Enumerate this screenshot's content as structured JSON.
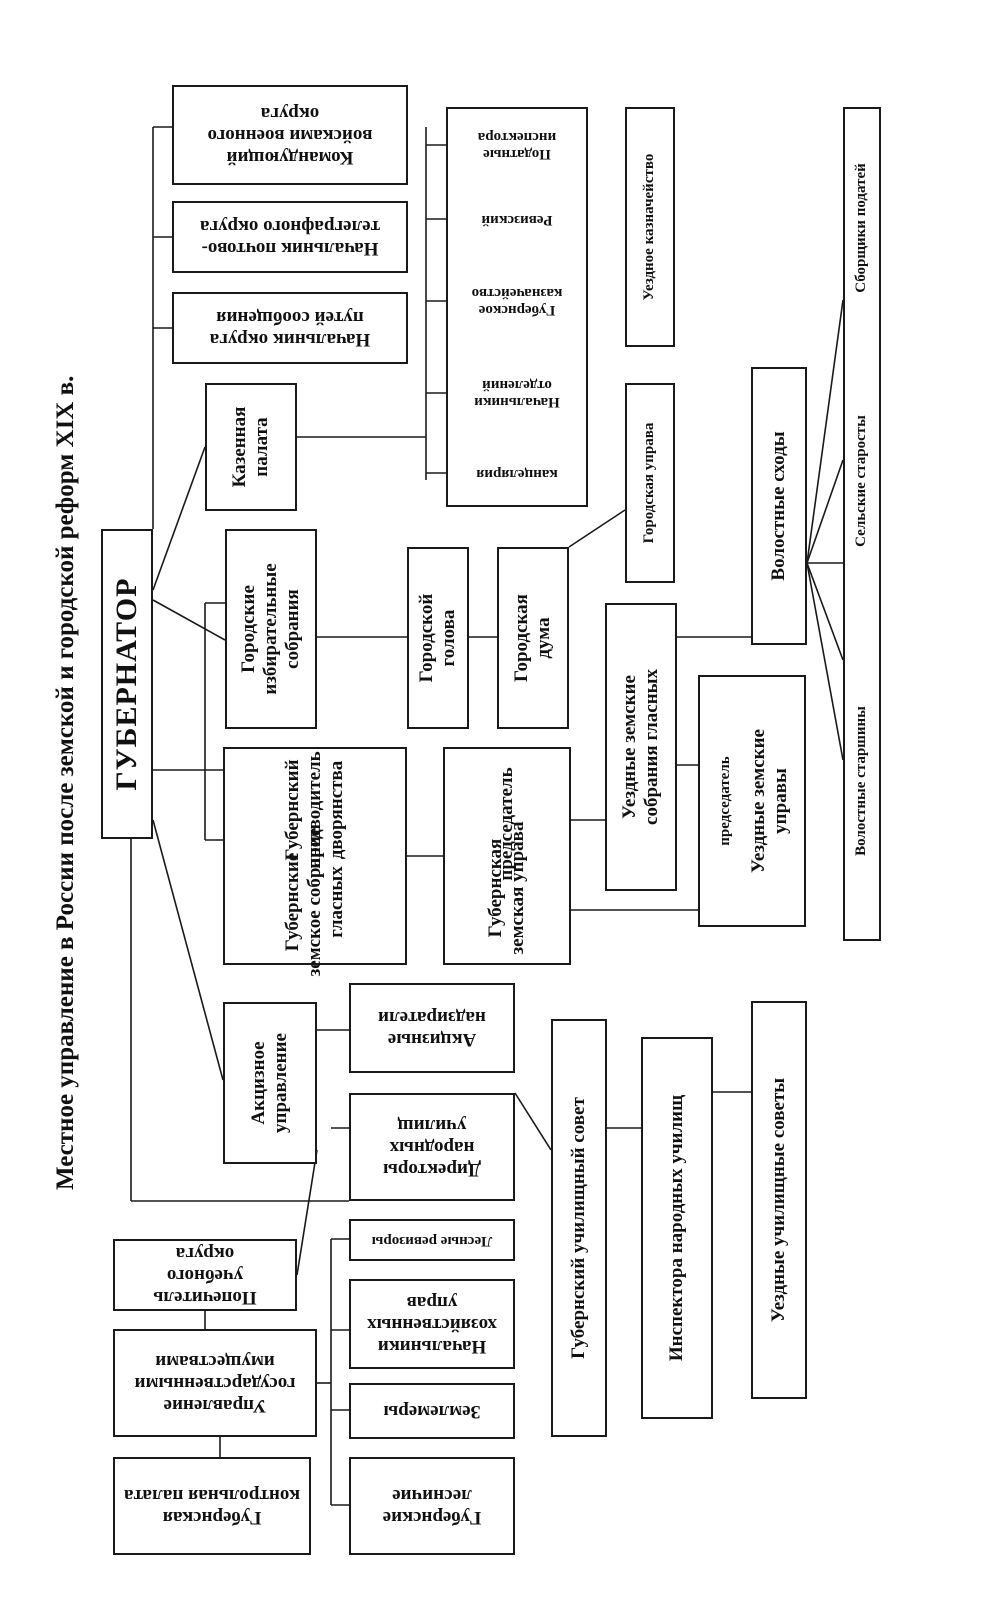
{
  "title": "Местное управление в России после земской  и городской реформ XIX в.",
  "nodes": {
    "governor": "ГУБЕРНАТОР",
    "military": "Командующий\nвойсками военного\nокруга",
    "post": "Начальник почтово-\nтелеграфного округа",
    "roads": "Начальник округа\nпутей сообщения",
    "treasury_chamber": "Казенная\nпалата",
    "tax_inspectors": "Податные\nинспектора",
    "auditor": "Ревизский",
    "prov_treasury": "Губернское\nказначейство",
    "dept_heads": "Начальники\nотделений",
    "chancellery": "канцелярия",
    "uezd_treasury": "Уездное казначейство",
    "city_electoral": "Городские\nизбирательные\nсобрания",
    "city_head": "Городской\nголова",
    "city_duma": "Городская\nдума",
    "city_uprava": "Городская управа",
    "marshal": "Губернский\nпредводитель\nдворянства",
    "prov_zemstvo_assembly": "Губернские\nземское собрание\nгласных",
    "chairman": "председатель",
    "prov_zemstvo_board": "Губернская\nземская управа",
    "uezd_assemblies": "Уездные земские\nсобрания гласных",
    "uezd_chairman": "председатель",
    "uezd_boards": "Уездные земские\nуправы",
    "volost_gatherings": "Волостные сходы",
    "volost_elders": "Волостные старшины",
    "village_elders": "Сельские старосты",
    "tax_collectors": "Сборщики податей",
    "excise_admin": "Акцизное\nуправление",
    "excise_supervision": "Акцизные\nнадзиратели",
    "school_directors": "Директоры\nнародных\nучилищ",
    "prov_school_council": "Губернский училищный  совет",
    "school_inspectors": "Инспектора  народных  училищ",
    "uezd_school_councils": "Уездные  училищные  советы",
    "edu_trustee": "Попечитель учебного\nокруга",
    "state_property": "Управление\nгосударственными\nимуществами",
    "control_chamber": "Губернская\nконтрольная палата",
    "forest_auditors": "Лесные ревизоры",
    "farm_heads": "Начальники\nхозяйственных\nуправ",
    "surveyors": "Землемеры",
    "foresters": "Губернские\nлесничие"
  }
}
